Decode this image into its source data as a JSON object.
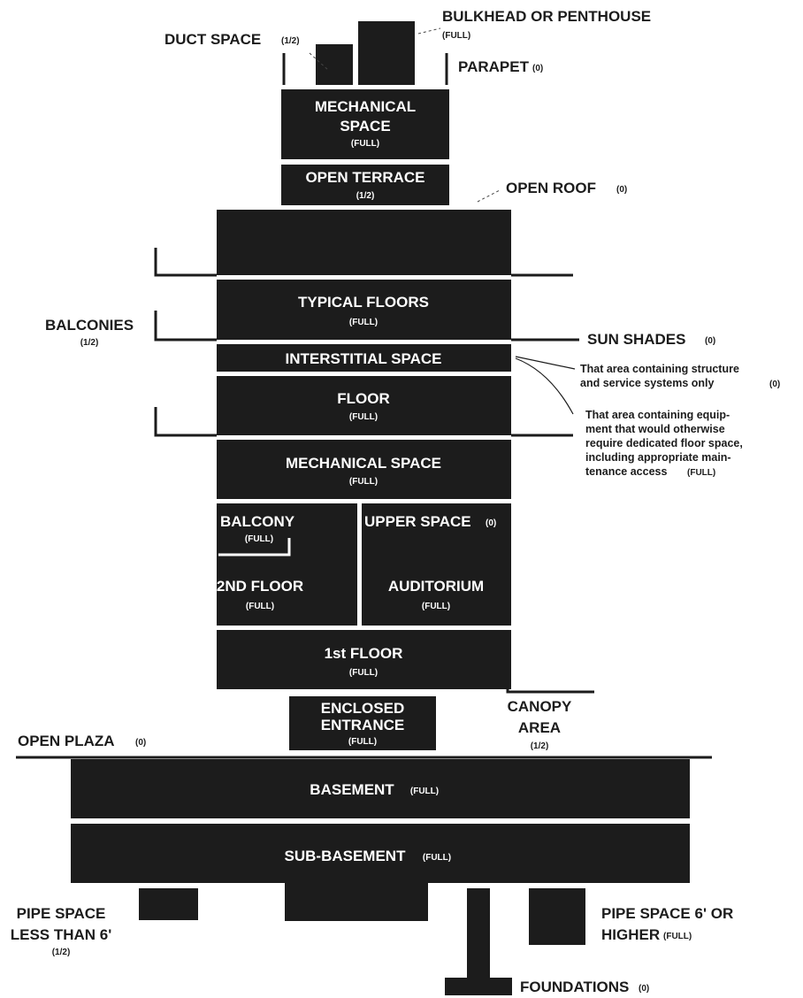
{
  "labels": {
    "bulkhead": "BULKHEAD OR PENTHOUSE",
    "bulkhead_val": "(FULL)",
    "duct": "DUCT SPACE",
    "duct_val": "(1/2)",
    "parapet": "PARAPET",
    "parapet_val": "(0)",
    "mech_top_1": "MECHANICAL",
    "mech_top_2": "SPACE",
    "mech_top_val": "(FULL)",
    "terrace": "OPEN TERRACE",
    "terrace_val": "(1/2)",
    "open_roof": "OPEN ROOF",
    "open_roof_val": "(0)",
    "typical": "TYPICAL FLOORS",
    "typical_val": "(FULL)",
    "balconies": "BALCONIES",
    "balconies_val": "(1/2)",
    "sun_shades": "SUN SHADES",
    "sun_shades_val": "(0)",
    "interstitial": "INTERSTITIAL SPACE",
    "floor": "FLOOR",
    "floor_val": "(FULL)",
    "mech_mid": "MECHANICAL SPACE",
    "mech_mid_val": "(FULL)",
    "note1": [
      "That area containing structure",
      "and service systems only"
    ],
    "note1_val": "(0)",
    "note2": [
      "That area containing equip-",
      "ment that would otherwise",
      "require dedicated floor space,",
      "including appropriate main-",
      "tenance access"
    ],
    "note2_val": "(FULL)",
    "balcony": "BALCONY",
    "balcony_val": "(FULL)",
    "upper_space": "UPPER SPACE",
    "upper_space_val": "(0)",
    "second_floor": "2ND FLOOR",
    "second_floor_val": "(FULL)",
    "auditorium": "AUDITORIUM",
    "auditorium_val": "(FULL)",
    "first_floor": "1st FLOOR",
    "first_floor_val": "(FULL)",
    "enclosed_1": "ENCLOSED",
    "enclosed_2": "ENTRANCE",
    "enclosed_val": "(FULL)",
    "canopy_1": "CANOPY",
    "canopy_2": "AREA",
    "canopy_val": "(1/2)",
    "open_plaza": "OPEN PLAZA",
    "open_plaza_val": "(0)",
    "basement": "BASEMENT",
    "basement_val": "(FULL)",
    "sub_basement": "SUB-BASEMENT",
    "sub_basement_val": "(FULL)",
    "pipe_less_1": "PIPE SPACE",
    "pipe_less_2": "LESS THAN 6'",
    "pipe_less_val": "(1/2)",
    "pipe_more_1": "PIPE SPACE 6' OR",
    "pipe_more_2": "HIGHER",
    "pipe_more_val": "(FULL)",
    "foundations": "FOUNDATIONS",
    "foundations_val": "(0)"
  }
}
